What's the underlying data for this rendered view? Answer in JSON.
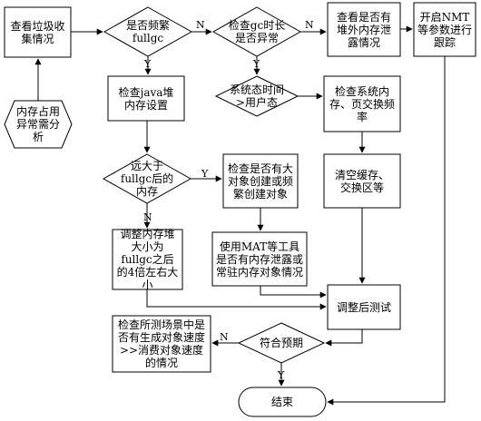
{
  "nodes": {
    "check_gc": "查看垃圾收集情况",
    "mem_analysis": "内存占用异常需分析",
    "fullgc_q": "是否频繁fullgc",
    "gc_time_q": "检查gc时长是否异常",
    "offheap": "查看是否有堆外内存泄露情况",
    "nmt": "开启NMT等参数进行跟踪",
    "java_heap": "检查java堆内存设置",
    "sys_user": "系统态时间>用户态",
    "sys_mem": "检查系统内存、页交换频率",
    "far_gt_q": "远大于fullgc后的内存",
    "big_obj": "检查是否有大对象创建或频繁创建对象",
    "clear_cache": "清空缓存、交换区等",
    "adjust_heap": "调整内存堆大小为fullgc之后的4倍左右大小",
    "mat": "使用MAT等工具是否有内存泄露或常驻内存对象情况",
    "adjust_test": "调整后测试",
    "scene_check": "检查所测场景中是否有生成对象速度>>消费对象速度的情况",
    "meets_q": "符合预期",
    "end": "结束"
  },
  "edge_labels": {
    "fullgc_n": "N",
    "fullgc_y": "Y",
    "gctime_n": "N",
    "gctime_y": "Y",
    "fargt_y": "Y",
    "fargt_n": "N",
    "meets_n": "N",
    "meets_y": "Y"
  }
}
